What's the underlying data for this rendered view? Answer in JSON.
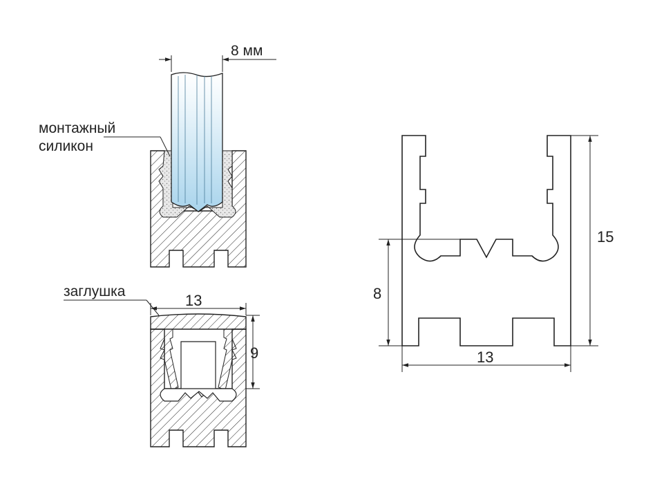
{
  "labels": {
    "glass_thickness": "8 мм",
    "silicone_line1": "монтажный",
    "silicone_line2": "силикон",
    "cap": "заглушка",
    "cap_width": "13",
    "cap_height": "9",
    "profile_width": "13",
    "profile_height": "15",
    "groove_height": "8"
  },
  "colors": {
    "line": "#222222",
    "glass_light": "#ffffff",
    "glass_blue": "#a9d4ec",
    "silicone": "#e6e6e6"
  }
}
